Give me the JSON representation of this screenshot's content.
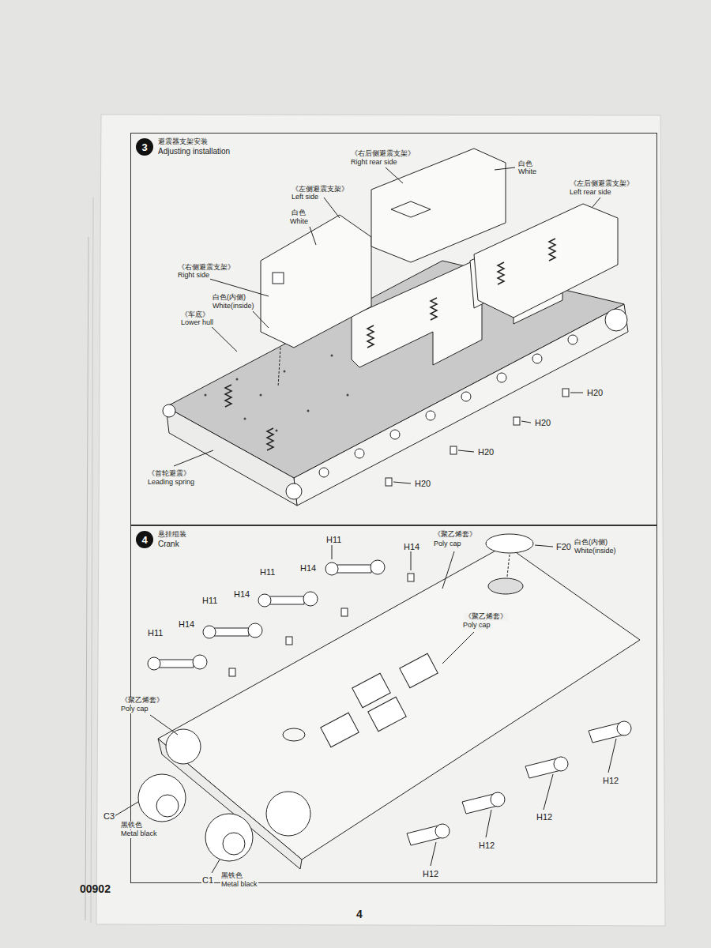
{
  "diagram": {
    "nodes": [
      {
        "text": [
          "避震器支架安装",
          "Adjusting installation"
        ]
      },
      {
        "text": [
          "3"
        ],
        "in": 0
      },
      {
        "text": [
          "悬挂组装",
          "Crank"
        ]
      },
      {
        "text": [
          "4"
        ],
        "in": 2
      }
    ],
    "labels": [
      "《右后侧避震支架》",
      "Right rear side",
      "白色",
      "White",
      "《左后侧避震支架》",
      "Left rear side",
      "《左侧避震支架》",
      "Left side",
      "白色",
      "White",
      "《右侧避震支架》",
      "Right side",
      "白色(内侧)",
      "White(inside)",
      "《车底》",
      "Lower hull",
      "《首轮避震》",
      "Leading spring",
      "H20",
      "H20",
      "H20",
      "H20",
      "H11",
      "H14",
      "《聚乙烯套》",
      "Poly cap",
      "F20",
      "白色(内侧)",
      "White(inside)",
      "H11",
      "H14",
      "《聚乙烯套》",
      "Poly cap",
      "H11",
      "H14",
      "H11",
      "H14",
      "《聚乙烯套》",
      "Poly cap",
      "H12",
      "H12",
      "H12",
      "H12",
      "C3",
      "黑铁色",
      "Metal black",
      "C1",
      "黑铁色",
      "Metal black",
      "00902",
      "4"
    ]
  }
}
